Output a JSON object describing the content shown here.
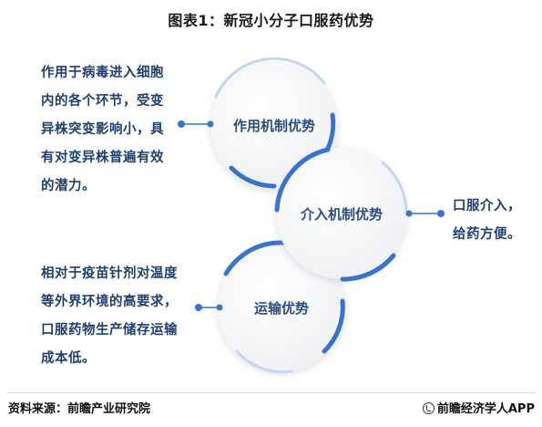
{
  "title": "图表1：新冠小分子口服药优势",
  "circles": [
    {
      "label": "作用机制优势"
    },
    {
      "label": "介入机制优势"
    },
    {
      "label": "运输优势"
    }
  ],
  "descriptions": {
    "top": [
      "作用于病毒进入细胞",
      "内的各个环节，受变",
      "异株突变影响小，具",
      "有对变异株普遍有效",
      "的潜力。"
    ],
    "right": [
      "口服介入，",
      "给药方便。"
    ],
    "bottom": [
      "相对于疫苗针剂对温度",
      "等外界环境的高要求，",
      "口服药物生产储存运输",
      "成本低。"
    ]
  },
  "footer": {
    "source": "资料来源：前瞻产业研究院",
    "brand": "前瞻经济学人APP"
  },
  "colors": {
    "accent": "#3a73c9",
    "text": "#1f3f6e",
    "circle_fill": "#f7f8fa"
  }
}
